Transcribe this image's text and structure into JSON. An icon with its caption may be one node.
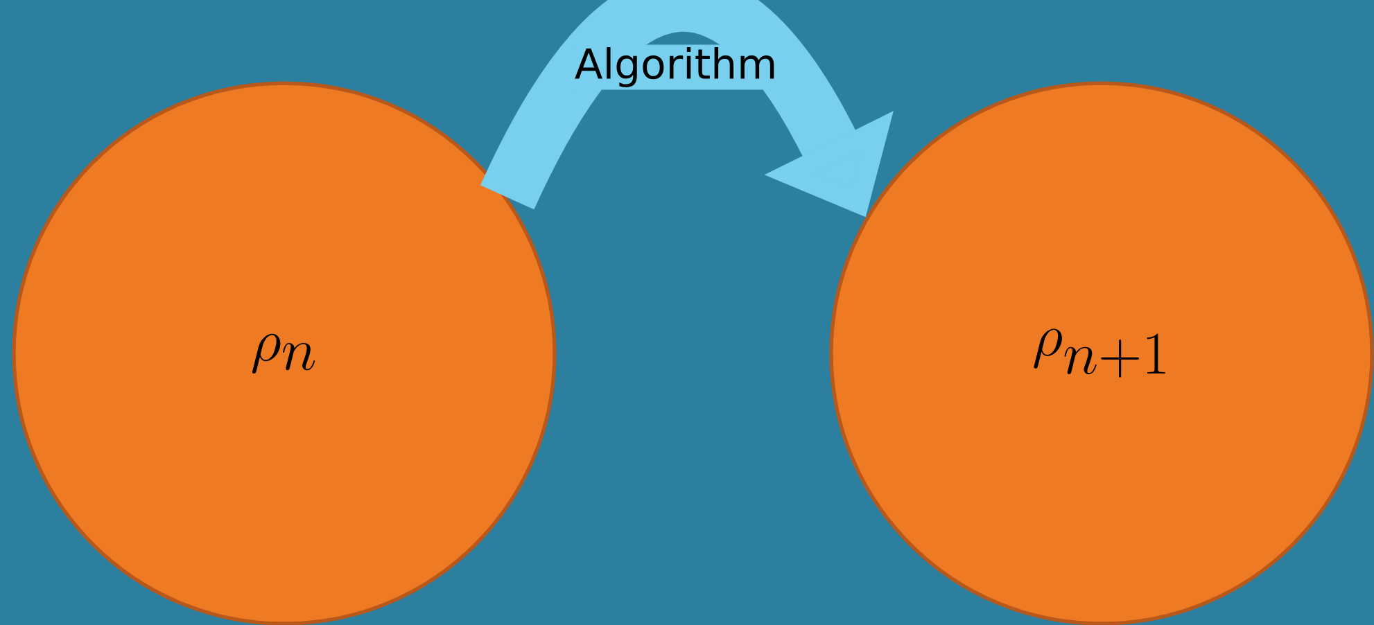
{
  "diagram": {
    "nodes": [
      {
        "text": [
          "\\rho_n"
        ]
      },
      {
        "text": [
          "\\rho_{n+1}"
        ]
      }
    ],
    "edges": [
      {
        "from": 0,
        "to": 1,
        "arrow": "to",
        "label": "Algorithm"
      }
    ]
  }
}
